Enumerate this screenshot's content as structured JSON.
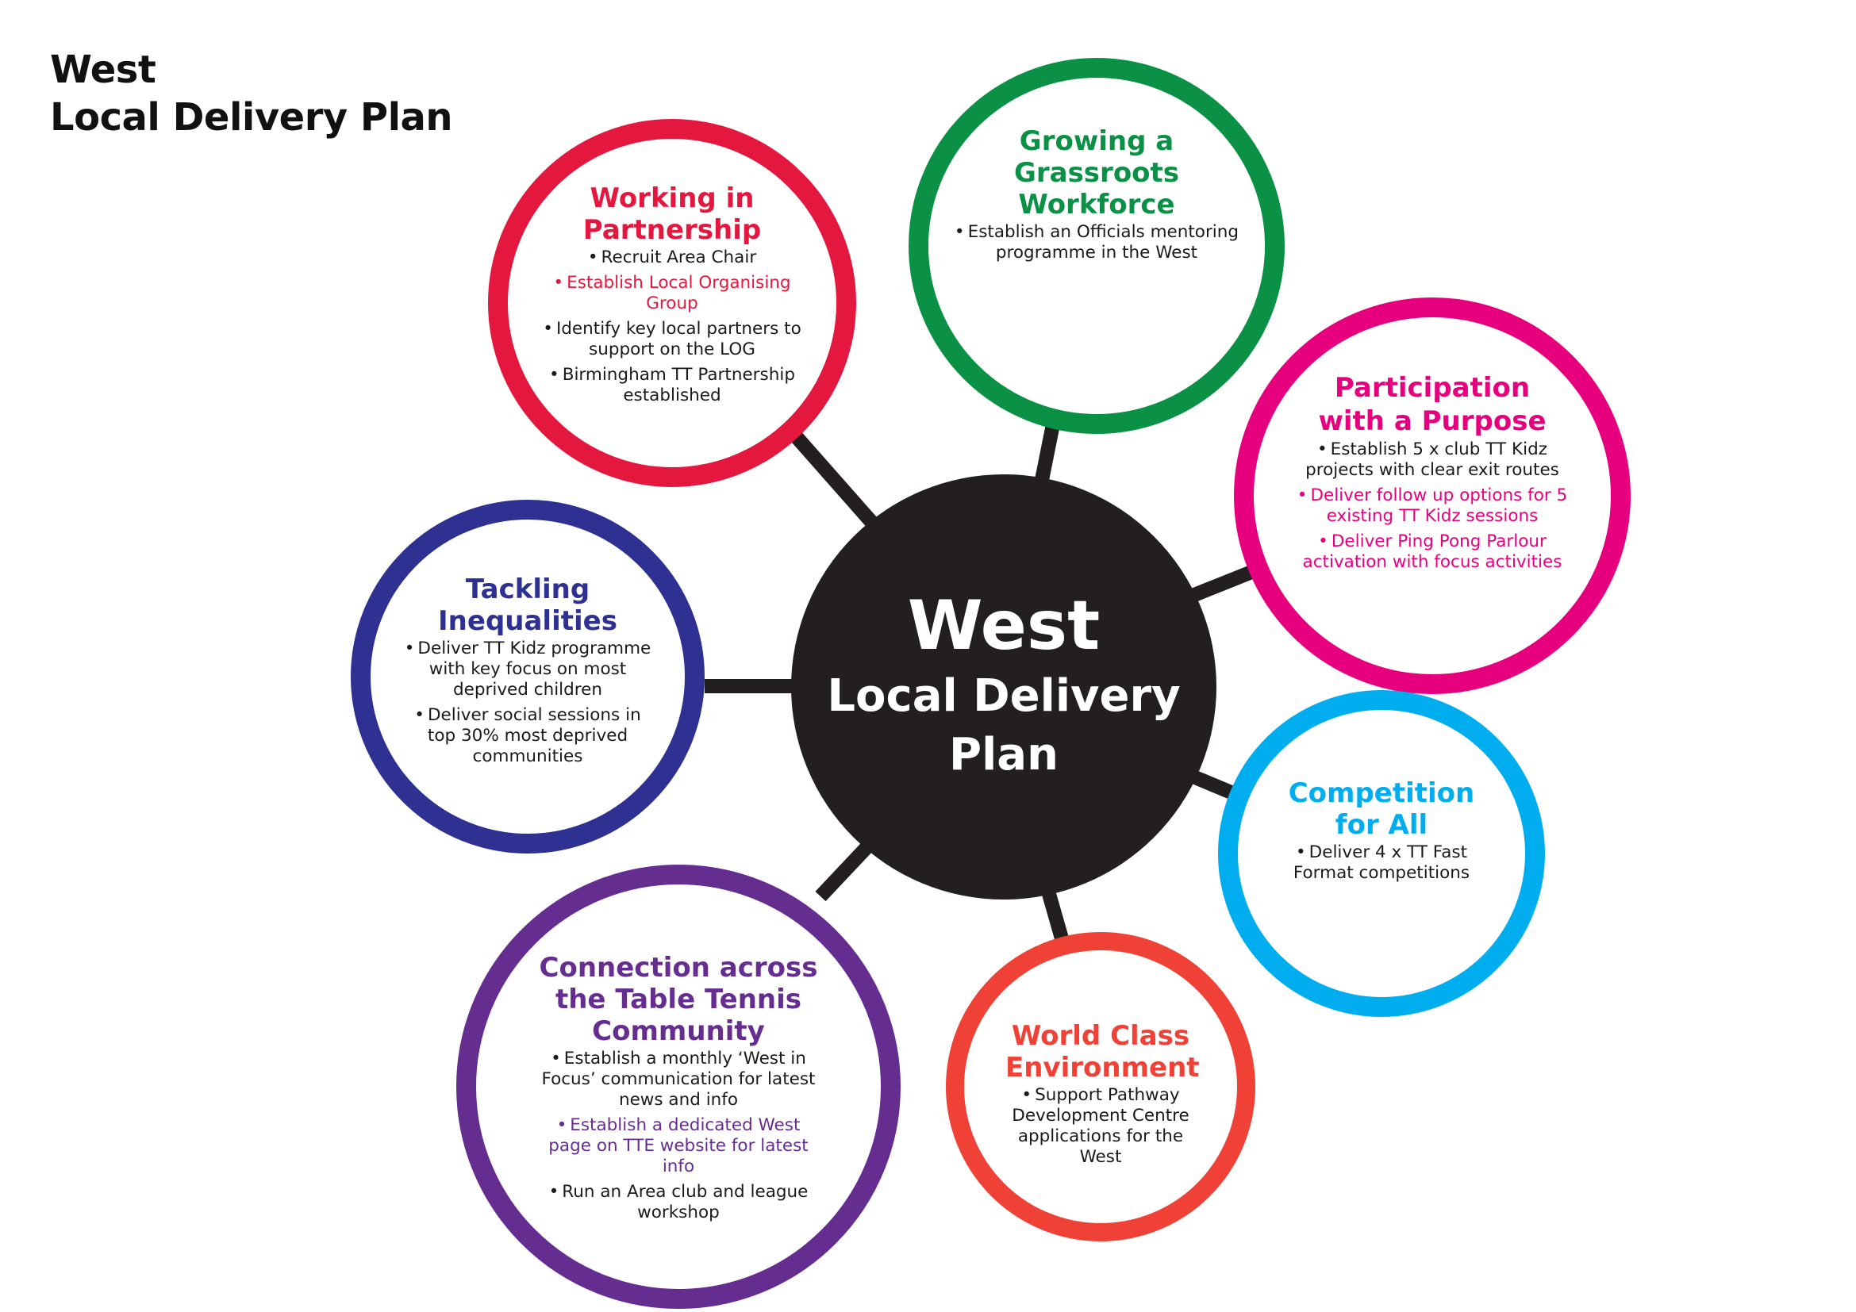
{
  "page_title": {
    "line1": "West",
    "line2": "Local Delivery Plan"
  },
  "hub": {
    "line1": "West",
    "line2": "Local Delivery",
    "line3": "Plan"
  },
  "colors": {
    "hub": "#231f20",
    "connector": "#231f20",
    "partnership": "#e4173f",
    "workforce": "#0a9146",
    "purpose": "#e6007e",
    "competition": "#00aeef",
    "environment": "#ef4136",
    "community": "#662d91",
    "inequalities": "#2e3192"
  },
  "nodes": {
    "partnership": {
      "title": "Working in Partnership",
      "items": [
        {
          "text": "Recruit Area Chair",
          "highlight": false
        },
        {
          "text": "Establish Local Organising Group",
          "highlight": true
        },
        {
          "text": "Identify key local partners to support on the LOG",
          "highlight": false
        },
        {
          "text": "Birmingham TT Partnership established",
          "highlight": false
        }
      ]
    },
    "workforce": {
      "title": "Growing a Grassroots Workforce",
      "items": [
        {
          "text": "Establish an Officials mentoring programme in the West",
          "highlight": false
        }
      ]
    },
    "purpose": {
      "title": "Participation with a Purpose",
      "items": [
        {
          "text": "Establish 5 x club TT Kidz projects with clear exit routes",
          "highlight": false
        },
        {
          "text": "Deliver follow up options for 5 existing TT Kidz sessions",
          "highlight": true
        },
        {
          "text": "Deliver Ping Pong Parlour activation with focus activities",
          "highlight": true
        }
      ]
    },
    "competition": {
      "title": "Competition for All",
      "items": [
        {
          "text": "Deliver 4 x TT Fast Format competitions",
          "highlight": false
        }
      ]
    },
    "environment": {
      "title": "World Class Environment",
      "items": [
        {
          "text": "Support Pathway Development Centre applications for the West",
          "highlight": false
        }
      ]
    },
    "community": {
      "title": "Connection across the Table Tennis Community",
      "items": [
        {
          "text": "Establish a monthly ‘West in Focus’ communication for latest news and info",
          "highlight": false
        },
        {
          "text": "Establish a dedicated West page on TTE website for latest info",
          "highlight": true
        },
        {
          "text": "Run an Area club and league workshop",
          "highlight": false
        }
      ]
    },
    "inequalities": {
      "title": "Tackling Inequalities",
      "items": [
        {
          "text": "Deliver TT Kidz programme with key focus on most deprived children",
          "highlight": false
        },
        {
          "text": "Deliver social sessions in top 30% most deprived communities",
          "highlight": false
        }
      ]
    }
  }
}
